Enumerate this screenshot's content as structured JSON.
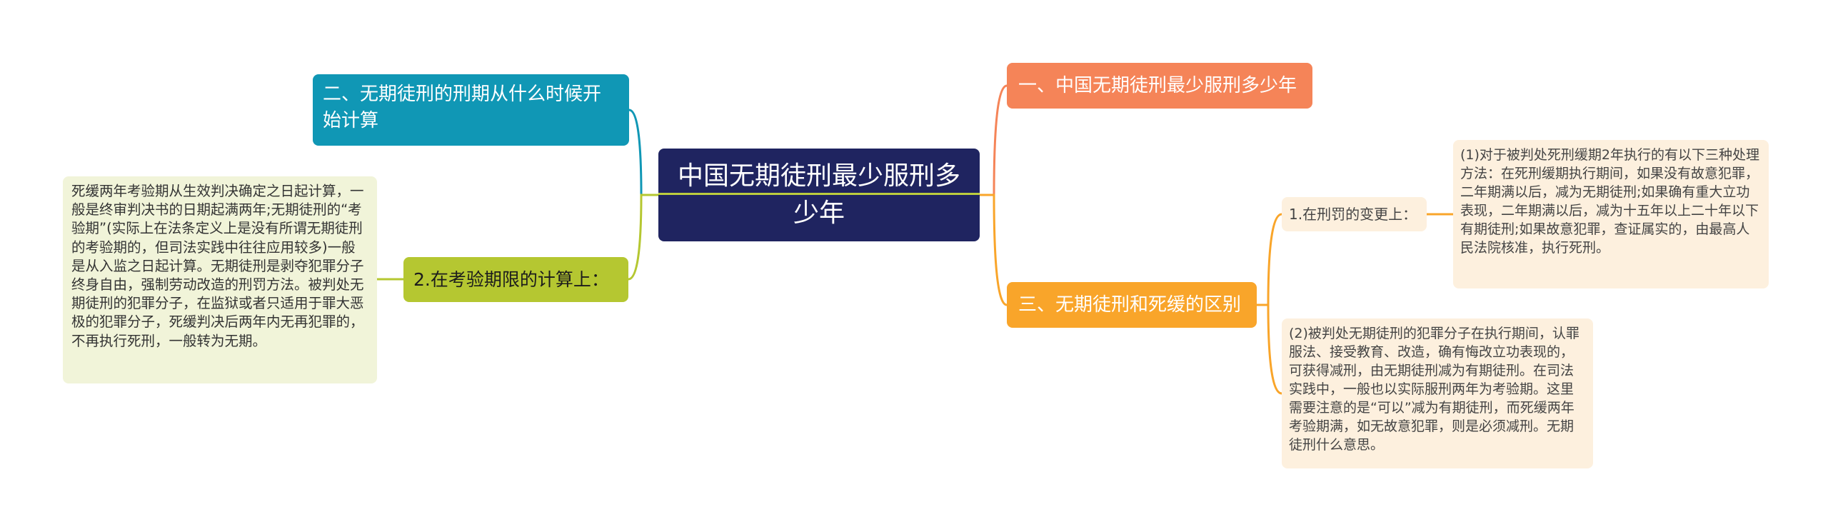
{
  "root": {
    "title": "中国无期徒刑最少服刑多少年"
  },
  "left": {
    "branch_1": {
      "text": "二、无期徒刑的刑期从什么时候开始计算"
    },
    "branch_2": {
      "text": "2.在考验期限的计算上：",
      "leaf": "死缓两年考验期从生效判决确定之日起计算，一般是终审判决书的日期起满两年;无期徒刑的“考验期”(实际上在法条定义上是没有所谓无期徒刑的考验期的，但司法实践中往往应用较多)一般是从入监之日起计算。无期徒刑是剥夺犯罪分子终身自由，强制劳动改造的刑罚方法。被判处无期徒刑的犯罪分子，在监狱或者只适用于罪大恶极的犯罪分子，死缓判决后两年内无再犯罪的，不再执行死刑，一般转为无期。"
    }
  },
  "right": {
    "branch_1": {
      "text": "一、中国无期徒刑最少服刑多少年"
    },
    "branch_3": {
      "text": "三、无期徒刑和死缓的区别",
      "sub_1": {
        "text": "1.在刑罚的变更上：",
        "leaf": "(1)对于被判处死刑缓期2年执行的有以下三种处理方法：在死刑缓期执行期间，如果没有故意犯罪，二年期满以后，减为无期徒刑;如果确有重大立功表现，二年期满以后，减为十五年以上二十年以下有期徒刑;如果故意犯罪，查证属实的，由最高人民法院核准，执行死刑。"
      },
      "leaf_2": "(2)被判处无期徒刑的犯罪分子在执行期间，认罪服法、接受教育、改造，确有悔改立功表现的，可获得减刑，由无期徒刑减为有期徒刑。在司法实践中，一般也以实际服刑两年为考验期。这里需要注意的是“可以”减为有期徒刑，而死缓两年考验期满，如无故意犯罪，则是必须减刑。无期徒刑什么意思。"
    }
  },
  "colors": {
    "root": "#1f2460",
    "teal": "#1097b5",
    "green": "#b5c731",
    "coral": "#f58458",
    "orange": "#f9a52a",
    "leaf_green_bg": "#f1f4d9",
    "leaf_orange_bg": "#fdf0de"
  }
}
